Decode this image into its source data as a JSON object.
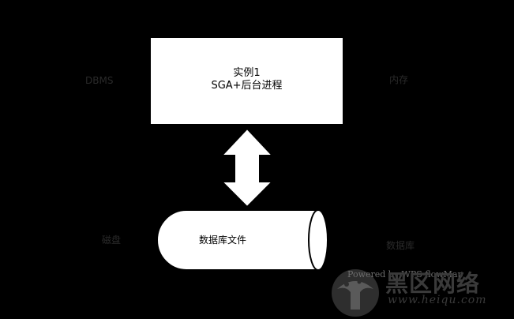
{
  "diagram": {
    "instance_box": {
      "line1": "实例1",
      "line2": "SGA+后台进程"
    },
    "database_cylinder": {
      "label": "数据库文件"
    },
    "side_labels": {
      "dbms": "DBMS",
      "memory": "内存",
      "disk": "磁盘",
      "database": "数据库"
    },
    "powered_by": "Powered by WPS flowMap"
  },
  "watermark": {
    "brand": "黑区网络",
    "url": "www.heiqu.com"
  },
  "colors": {
    "background": "#000000",
    "shape_fill": "#ffffff",
    "shape_stroke": "#000000",
    "watermark": "#3a3a3a"
  }
}
